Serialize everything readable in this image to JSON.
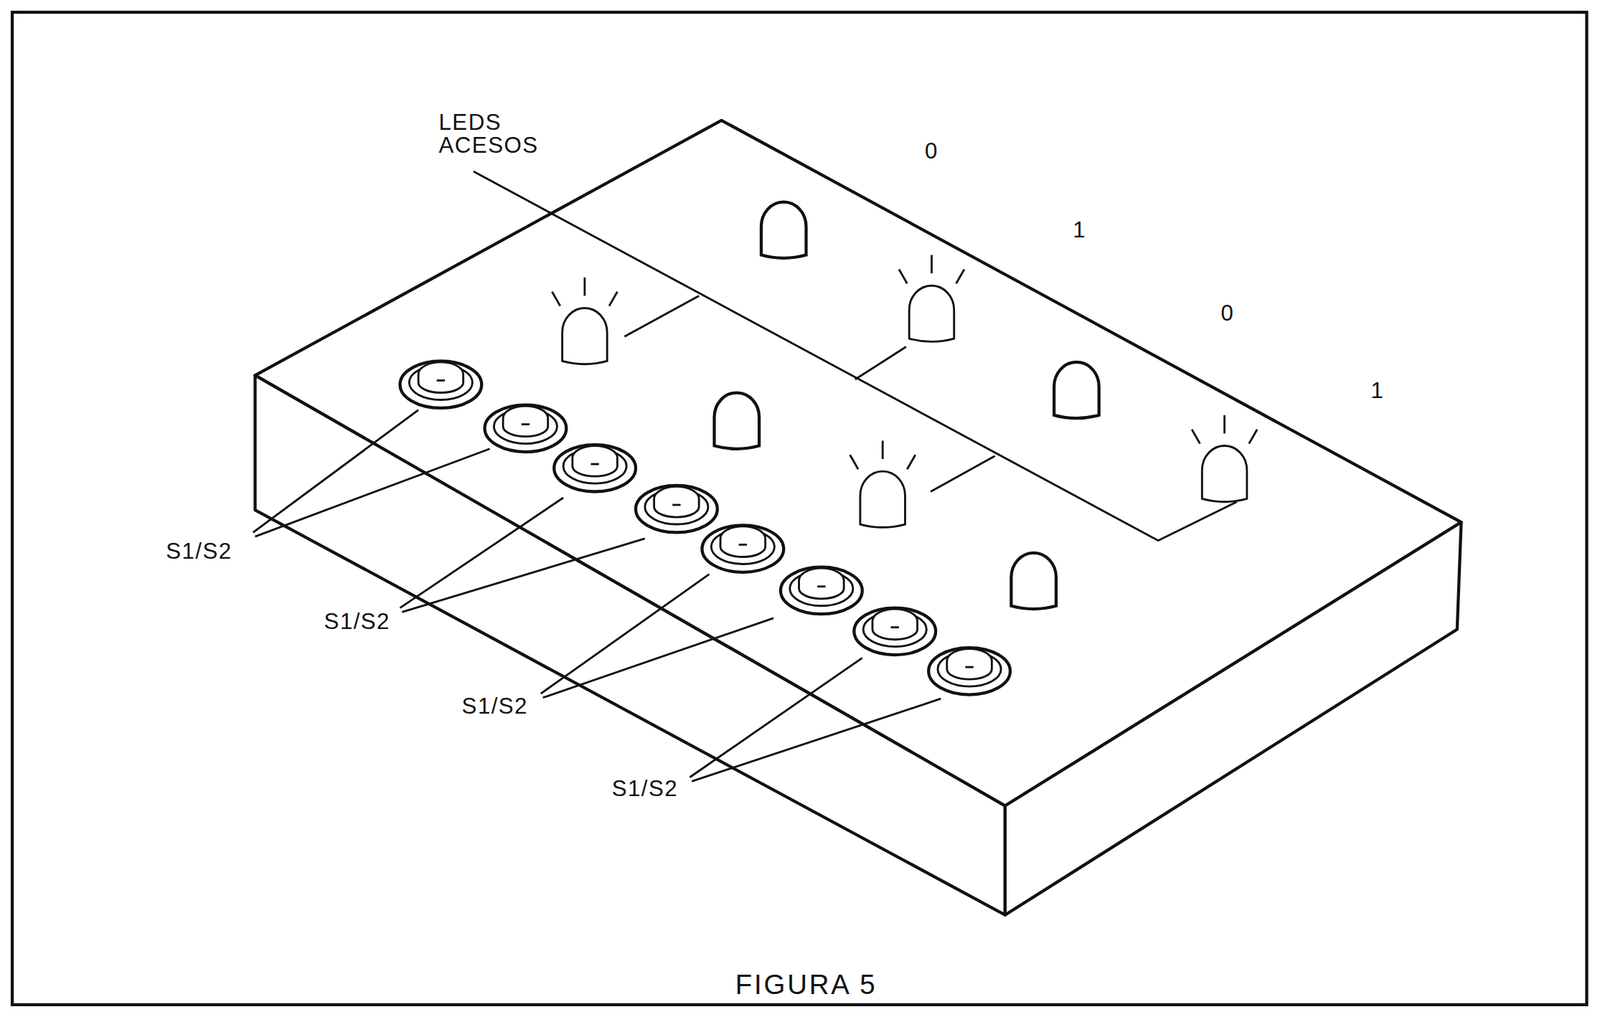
{
  "diagram": {
    "caption": "FIGURA 5",
    "labels": [
      "LEDS ACESOS",
      "0",
      "1",
      "0",
      "1",
      "S1/S2",
      "S1/S2",
      "S1/S2",
      "S1/S2"
    ]
  }
}
